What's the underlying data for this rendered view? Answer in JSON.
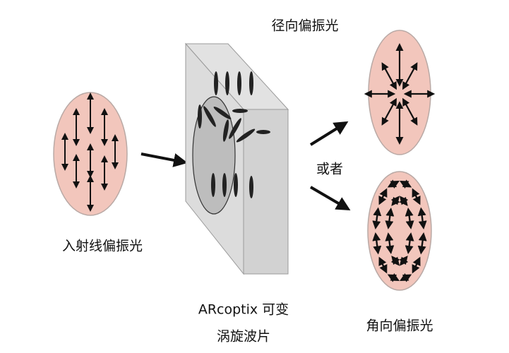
{
  "labels": {
    "radial": "径向偏振光",
    "or": "或者",
    "input": "入射线偏振光",
    "plate_line1": "ARcoptix 可变",
    "plate_line2": "涡旋波片",
    "azimuthal": "角向偏振光"
  },
  "colors": {
    "beam_fill": "#f2c6bc",
    "beam_stroke": "#b9a9a5",
    "slab_side": "#dcdcdc",
    "slab_top": "#e2e2e2",
    "slab_front": "#d2d2d2",
    "aperture": "#bdbdbd",
    "ink": "#111111"
  }
}
